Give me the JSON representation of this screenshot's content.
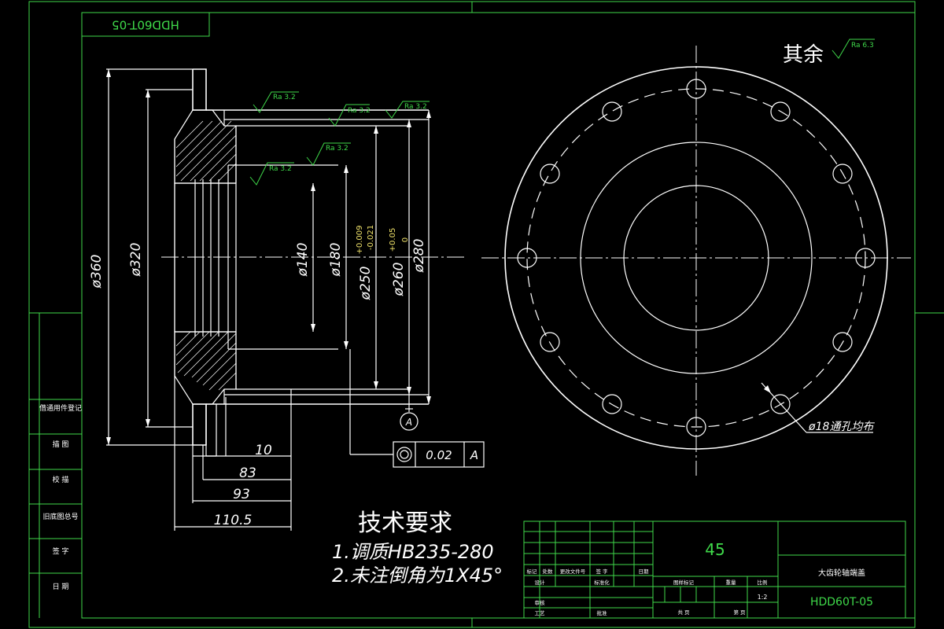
{
  "drawing": {
    "code_rotated": "HDD60T-05",
    "else_roughness_label": "其余",
    "else_roughness_value": "Ra 6.3",
    "roughness": [
      "Ra 3.2",
      "Ra 3.2",
      "Ra 3.2",
      "Ra 3.2",
      "Ra 3.2"
    ],
    "diameters": [
      "ø360",
      "ø320",
      "ø140",
      "ø180",
      "ø250",
      "ø260",
      "ø280"
    ],
    "tol_250_upper": "+0.009",
    "tol_250_lower": "-0.021",
    "tol_260_upper": "+0.05",
    "tol_260_lower": "0",
    "lengths": [
      "10",
      "83",
      "93",
      "110.5"
    ],
    "datum": "A",
    "runout_value": "0.02",
    "runout_datum": "A",
    "hole_note": "ø18通孔均布",
    "tech_title": "技术要求",
    "tech_1": "1.调质HB235-280",
    "tech_2": "2.未注倒角为1X45°"
  },
  "left_strip": [
    "借通用件登记",
    "描  图",
    "校  描",
    "旧底图总号",
    "签  字",
    "日  期"
  ],
  "title_block": {
    "material": "45",
    "part_name": "大齿轮轴端盖",
    "drawing_no": "HDD60T-05",
    "scale": "1:2",
    "row_labels": [
      "标记",
      "处数",
      "更改文件号",
      "签  字",
      "日期"
    ],
    "design": "设计",
    "standard": "标准化",
    "review": "审核",
    "process": "工艺",
    "approve": "批准",
    "stage_mark": "图样标记",
    "weight": "重量",
    "ratio": "比例",
    "sheet_total": "共   页",
    "sheet_no": "第   页"
  },
  "colors": {
    "line": "#ffffff",
    "frame": "#3fd94a",
    "dim": "#ffffff",
    "tol": "#f0e26a",
    "bg": "#000000"
  }
}
